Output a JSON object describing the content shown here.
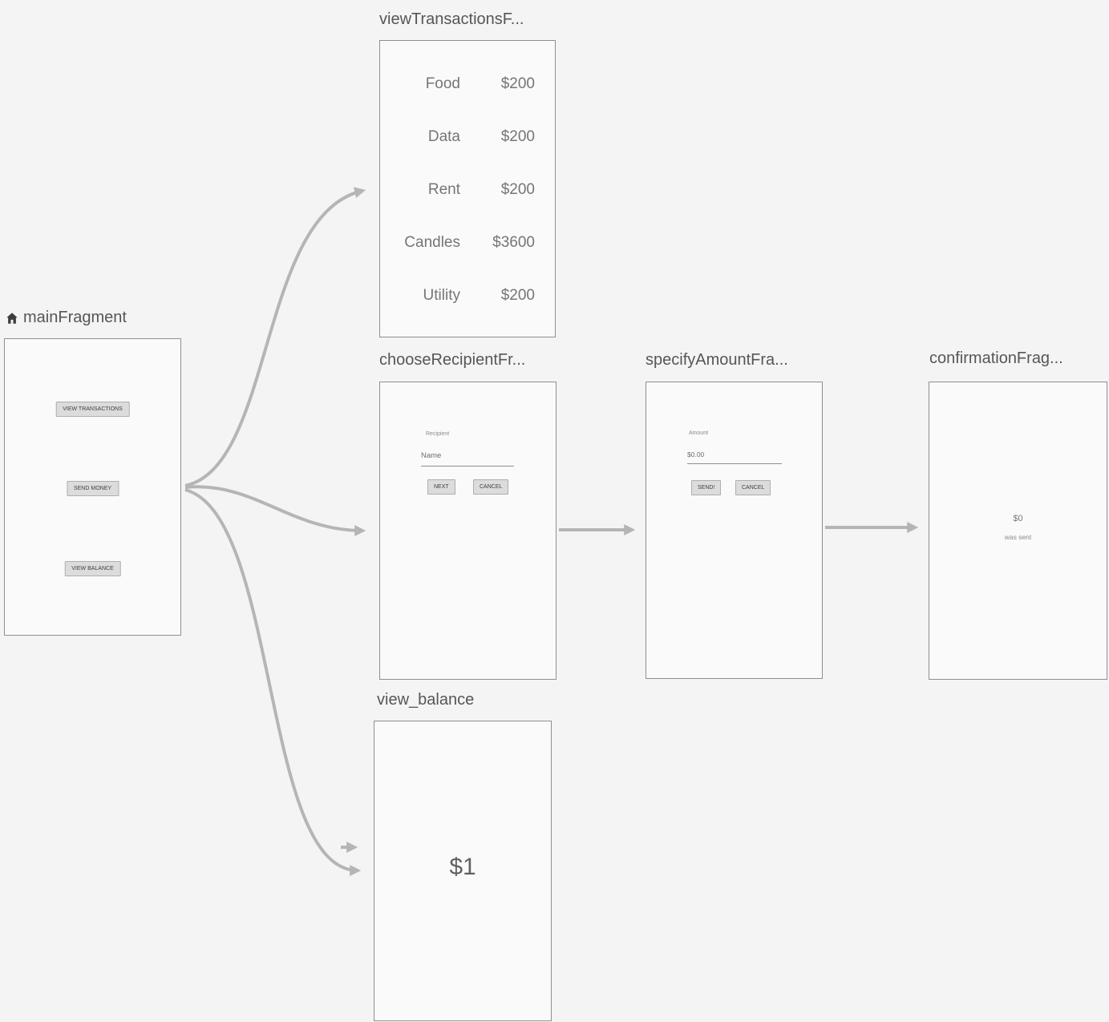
{
  "colors": {
    "canvas_background": "#f4f4f4",
    "card_background": "#fafafa",
    "card_border": "#8f8f8f",
    "arrow": "#b5b5b5",
    "title_text": "#565656",
    "preview_text": "#757575"
  },
  "fragments": {
    "main": {
      "title": "mainFragment",
      "buttons": [
        "VIEW TRANSACTIONS",
        "SEND MONEY",
        "VIEW BALANCE"
      ]
    },
    "view_transactions": {
      "title": "viewTransactionsF...",
      "rows": [
        {
          "label": "Food",
          "amount": "$200"
        },
        {
          "label": "Data",
          "amount": "$200"
        },
        {
          "label": "Rent",
          "amount": "$200"
        },
        {
          "label": "Candles",
          "amount": "$3600"
        },
        {
          "label": "Utility",
          "amount": "$200"
        }
      ]
    },
    "choose_recipient": {
      "title": "chooseRecipientFr...",
      "field_label": "Recipient",
      "field_value": "Name",
      "buttons": [
        "NEXT",
        "CANCEL"
      ]
    },
    "specify_amount": {
      "title": "specifyAmountFra...",
      "field_label": "Amount",
      "field_value": "$0.00",
      "buttons": [
        "SEND!",
        "CANCEL"
      ]
    },
    "confirmation": {
      "title": "confirmationFrag...",
      "amount": "$0",
      "message": "was sent"
    },
    "view_balance": {
      "title": "view_balance",
      "balance": "$1"
    }
  }
}
